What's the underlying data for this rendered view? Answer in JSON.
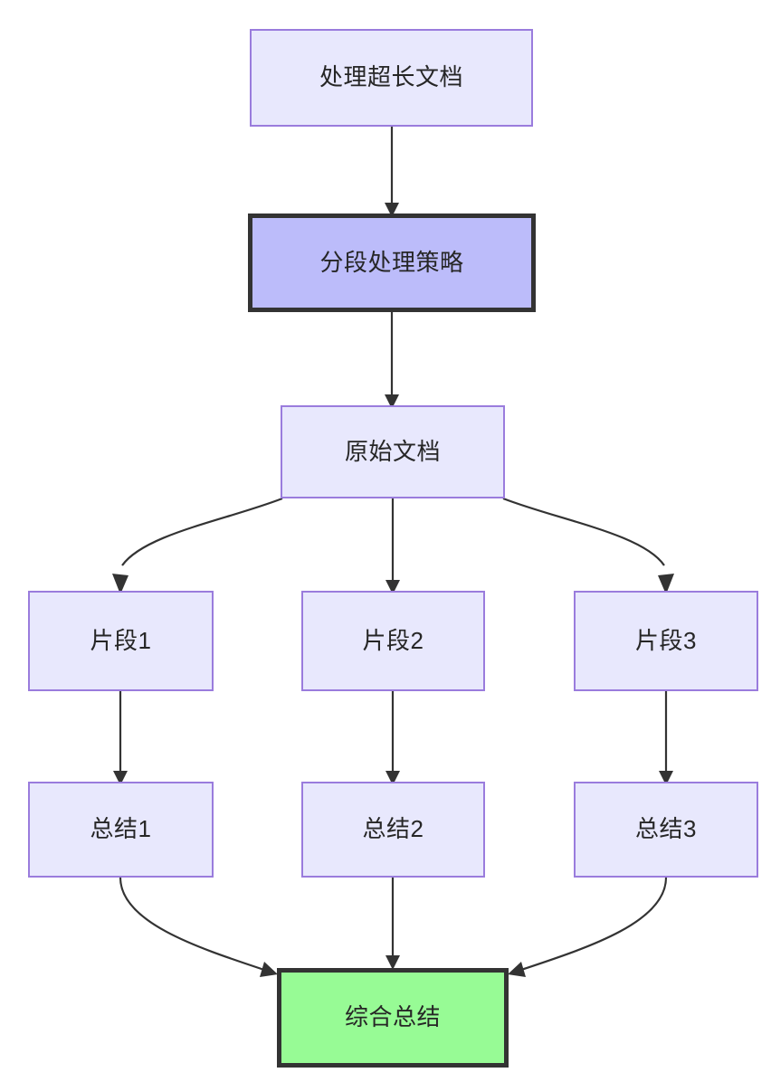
{
  "diagram": {
    "type": "flowchart",
    "direction": "top-to-bottom",
    "background_color": "#ffffff",
    "palette": {
      "node_fill_default": "#e8e8fd",
      "node_stroke_default": "#9a7cdd",
      "node_fill_strategy": "#bcbcfa",
      "node_fill_final": "#97fb95",
      "node_stroke_emphasis": "#333333",
      "edge_color": "#333333",
      "text_color": "#262626"
    },
    "nodes": [
      {
        "id": "n1",
        "label": "处理超长文档",
        "style": "default"
      },
      {
        "id": "n2",
        "label": "分段处理策略",
        "style": "strategy"
      },
      {
        "id": "n3",
        "label": "原始文档",
        "style": "default"
      },
      {
        "id": "n4",
        "label": "片段1",
        "style": "default"
      },
      {
        "id": "n5",
        "label": "片段2",
        "style": "default"
      },
      {
        "id": "n6",
        "label": "片段3",
        "style": "default"
      },
      {
        "id": "n7",
        "label": "总结1",
        "style": "default"
      },
      {
        "id": "n8",
        "label": "总结2",
        "style": "default"
      },
      {
        "id": "n9",
        "label": "总结3",
        "style": "default"
      },
      {
        "id": "n10",
        "label": "综合总结",
        "style": "final"
      }
    ],
    "edges": [
      {
        "from": "n1",
        "to": "n2",
        "shape": "straight"
      },
      {
        "from": "n2",
        "to": "n3",
        "shape": "straight"
      },
      {
        "from": "n3",
        "to": "n4",
        "shape": "curve-left"
      },
      {
        "from": "n3",
        "to": "n5",
        "shape": "straight"
      },
      {
        "from": "n3",
        "to": "n6",
        "shape": "curve-right"
      },
      {
        "from": "n4",
        "to": "n7",
        "shape": "straight"
      },
      {
        "from": "n5",
        "to": "n8",
        "shape": "straight"
      },
      {
        "from": "n6",
        "to": "n9",
        "shape": "straight"
      },
      {
        "from": "n7",
        "to": "n10",
        "shape": "curve-right"
      },
      {
        "from": "n8",
        "to": "n10",
        "shape": "straight"
      },
      {
        "from": "n9",
        "to": "n10",
        "shape": "curve-left"
      }
    ]
  }
}
